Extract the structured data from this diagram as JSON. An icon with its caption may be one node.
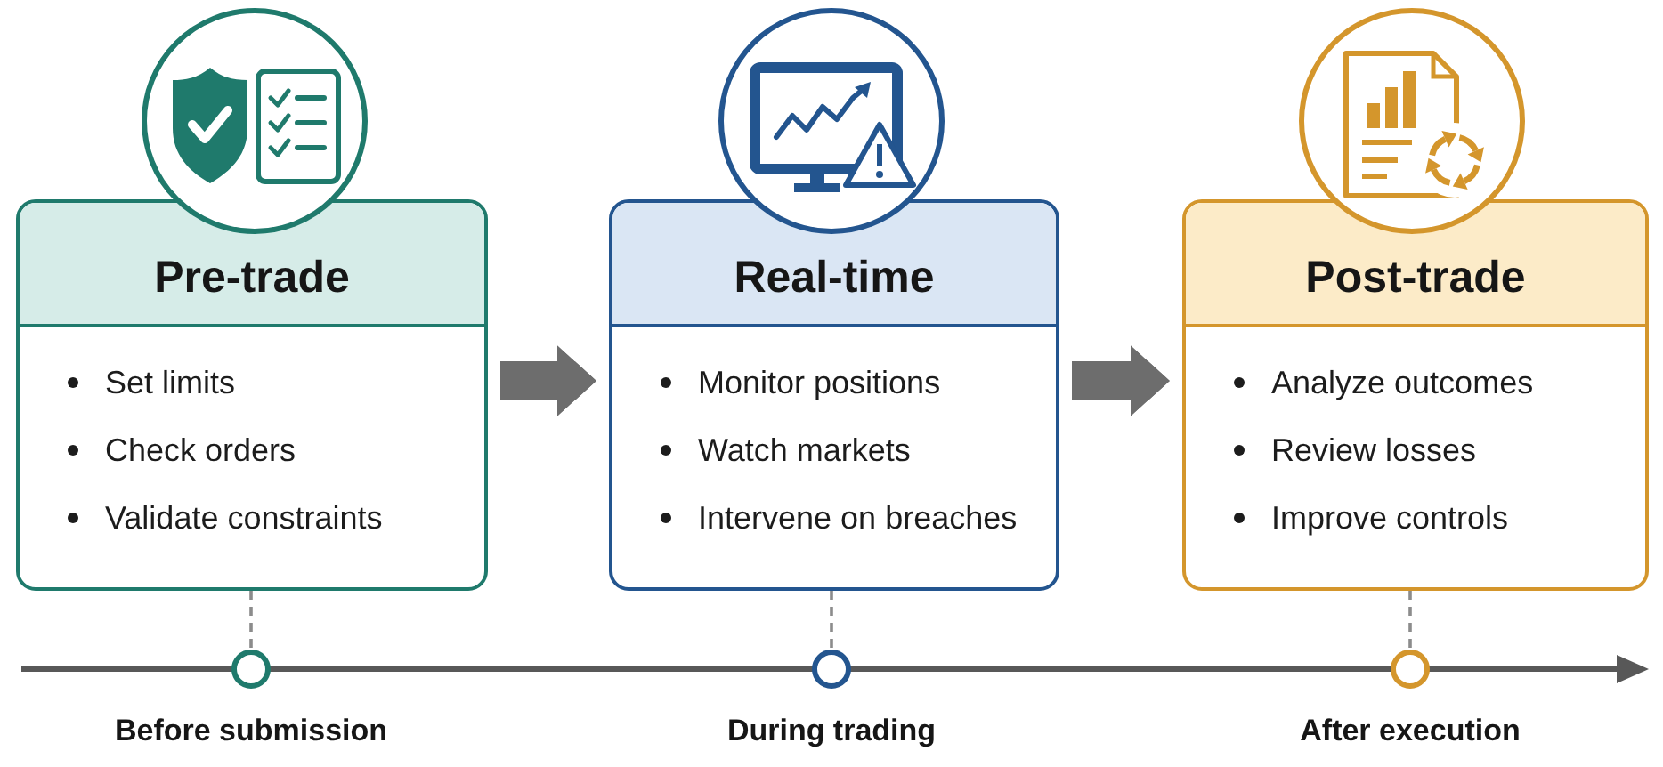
{
  "diagram": {
    "nodes": [
      {
        "text": [
          "Pre-trade",
          "Set limits",
          "Check orders",
          "Validate constraints"
        ]
      },
      {
        "text": [
          "Real-time",
          "Monitor positions",
          "Watch markets",
          "Intervene on breaches"
        ]
      },
      {
        "text": [
          "Post-trade",
          "Analyze outcomes",
          "Review losses",
          "Improve controls"
        ]
      },
      {
        "text": [],
        "shape": "circle",
        "beside": [
          "Before submission"
        ]
      },
      {
        "text": [],
        "shape": "circle",
        "beside": [
          "During trading"
        ]
      },
      {
        "text": [],
        "shape": "circle",
        "beside": [
          "After execution"
        ]
      }
    ],
    "edges": [
      {
        "from": 0,
        "to": 1,
        "arrow": "to",
        "style": "thick"
      },
      {
        "from": 1,
        "to": 2,
        "arrow": "to",
        "style": "thick"
      },
      {
        "from": 0,
        "to": 3,
        "arrow": "none",
        "style": "dashed"
      },
      {
        "from": 1,
        "to": 4,
        "arrow": "none",
        "style": "dashed"
      },
      {
        "from": 2,
        "to": 5,
        "arrow": "none",
        "style": "dashed"
      }
    ]
  }
}
